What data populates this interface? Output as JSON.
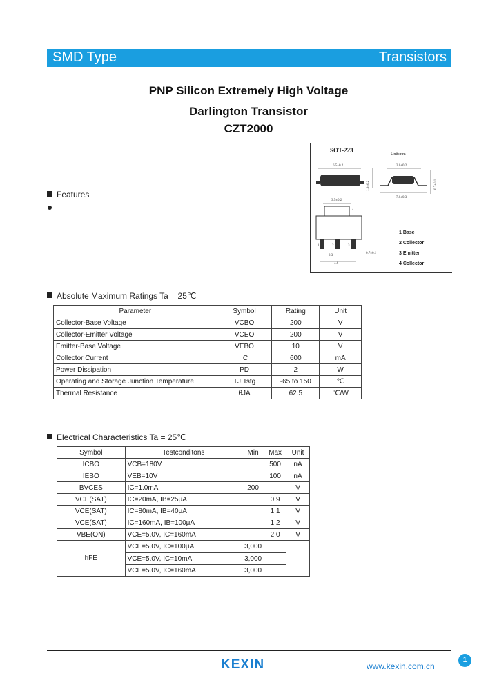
{
  "header": {
    "left": "SMD Type",
    "right": "Transistors"
  },
  "title": {
    "line1": "PNP  Silicon  Extremely High Voltage",
    "line2": "Darlington Transistor",
    "line3": "CZT2000"
  },
  "package": {
    "name": "SOT-223",
    "unit": "Unit:mm",
    "pins": [
      "1 Base",
      "2 Collector",
      "3 Emitter",
      "4 Collector"
    ],
    "dims": [
      "6.5±0.2",
      "3.0±0.2",
      "1.6±0.2",
      "7.0±0.3",
      "3.5±0.2",
      "2.3",
      "4.6",
      "0.7±0.1",
      "1",
      "2",
      "3",
      "4"
    ]
  },
  "features": {
    "heading": "Features"
  },
  "abs_max": {
    "heading": "Absolute Maximum Ratings Ta = 25℃",
    "columns": [
      "Parameter",
      "Symbol",
      "Rating",
      "Unit"
    ],
    "rows": [
      [
        "Collector-Base Voltage",
        "VCBO",
        "200",
        "V"
      ],
      [
        "Collector-Emitter Voltage",
        "VCEO",
        "200",
        "V"
      ],
      [
        "Emitter-Base Voltage",
        "VEBO",
        "10",
        "V"
      ],
      [
        "Collector Current",
        "IC",
        "600",
        "mA"
      ],
      [
        "Power Dissipation",
        "PD",
        "2",
        "W"
      ],
      [
        "Operating and Storage Junction Temperature",
        "TJ,Tstg",
        "-65 to 150",
        "℃"
      ],
      [
        "Thermal Resistance",
        "θJA",
        "62.5",
        "℃/W"
      ]
    ]
  },
  "elec": {
    "heading": "Electrical Characteristics Ta = 25℃",
    "columns": [
      "Symbol",
      "Testconditons",
      "Min",
      "Max",
      "Unit"
    ],
    "rows": [
      [
        "ICBO",
        "VCB=180V",
        "",
        "500",
        "nA"
      ],
      [
        "IEBO",
        "VEB=10V",
        "",
        "100",
        "nA"
      ],
      [
        "BVCES",
        "IC=1.0mA",
        "200",
        "",
        "V"
      ],
      [
        "VCE(SAT)",
        "IC=20mA, IB=25μA",
        "",
        "0.9",
        "V"
      ],
      [
        "VCE(SAT)",
        "IC=80mA, IB=40μA",
        "",
        "1.1",
        "V"
      ],
      [
        "VCE(SAT)",
        "IC=160mA, IB=100μA",
        "",
        "1.2",
        "V"
      ],
      [
        "VBE(ON)",
        "VCE=5.0V, IC=160mA",
        "",
        "2.0",
        "V"
      ]
    ],
    "hfe": {
      "symbol": "hFE",
      "rows": [
        [
          "VCE=5.0V, IC=100μA",
          "3,000",
          ""
        ],
        [
          "VCE=5.0V, IC=10mA",
          "3,000",
          ""
        ],
        [
          "VCE=5.0V, IC=160mA",
          "3,000",
          ""
        ]
      ]
    }
  },
  "footer": {
    "logo": "KEXIN",
    "website": "www.kexin.com.cn",
    "page": "1"
  },
  "colors": {
    "accent": "#1a9ee0",
    "logo": "#1a7fd0"
  }
}
